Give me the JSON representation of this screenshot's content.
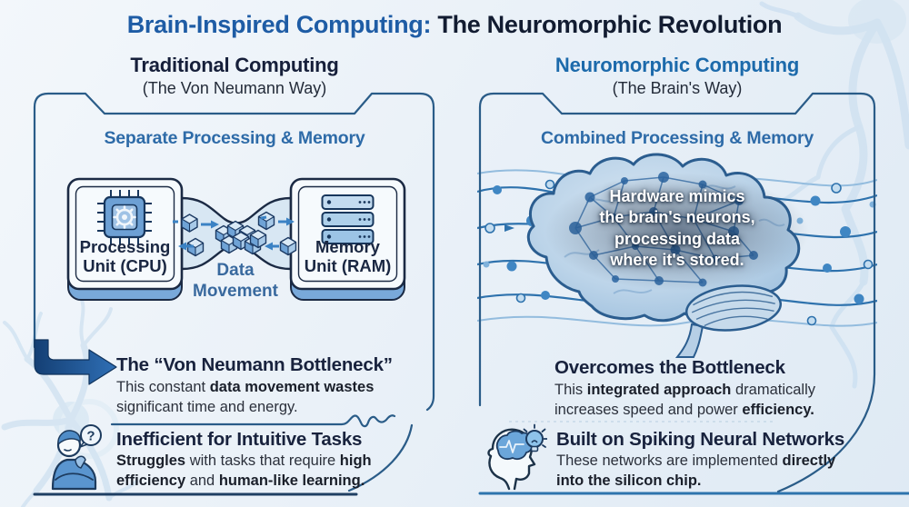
{
  "title": {
    "part1": "Brain-Inspired Computing:",
    "part2": " The Neuromorphic Revolution"
  },
  "left": {
    "heading": "Traditional Computing",
    "subheading": "(The Von Neumann Way)",
    "section_label": "Separate Processing & Memory",
    "cpu_label": "Processing\nUnit (CPU)",
    "ram_label": "Memory\nUnit (RAM)",
    "flow_label": "Data\nMovement",
    "bottleneck": {
      "heading": "The “Von Neumann Bottleneck”",
      "body": [
        {
          "t": "This constant "
        },
        {
          "t": "data movement wastes",
          "b": true
        },
        {
          "t": "\nsignificant time and energy."
        }
      ]
    },
    "inefficient": {
      "heading": "Inefficient for Intuitive Tasks",
      "body": [
        {
          "t": "Struggles",
          "b": true
        },
        {
          "t": " with tasks that require "
        },
        {
          "t": "high\nefficiency",
          "b": true
        },
        {
          "t": " and "
        },
        {
          "t": "human-like learning.",
          "b": true
        }
      ]
    }
  },
  "right": {
    "heading": "Neuromorphic Computing",
    "subheading": "(The Brain's Way)",
    "section_label": "Combined Processing & Memory",
    "brain_caption": "Hardware mimics\nthe brain's neurons,\nprocessing data\nwhere it's stored.",
    "overcomes": {
      "heading": "Overcomes the Bottleneck",
      "body": [
        {
          "t": "This "
        },
        {
          "t": "integrated approach",
          "b": true
        },
        {
          "t": " dramatically\nincreases speed and power "
        },
        {
          "t": "efficiency.",
          "b": true
        }
      ]
    },
    "snn": {
      "heading": "Built on Spiking Neural Networks",
      "body": [
        {
          "t": "These networks are implemented "
        },
        {
          "t": "directly\ninto the silicon chip.",
          "b": true
        }
      ]
    }
  },
  "icons": {
    "question_mark": "?",
    "names": [
      "cpu-chip-icon",
      "ram-stack-icon",
      "data-cube-icon",
      "flow-arrow-icon",
      "bottleneck-arrow-icon",
      "confused-person-icon",
      "question-bubble-icon",
      "brain-illustration",
      "head-profile-icon",
      "lightbulb-icon",
      "neuron-decoration"
    ]
  },
  "colors": {
    "title_blue": "#1e5ca5",
    "title_dark": "#121c31",
    "right_heading_blue": "#1c6aab",
    "section_blue": "#2e6ba8",
    "panel_border": "#2a5c88",
    "diagram_outline": "#1b2a44",
    "arrow_gradient": [
      "#143f74",
      "#2f6fb5"
    ],
    "cube_faces": [
      "#d9e9f6",
      "#6fa3d6",
      "#a8cae8"
    ],
    "flow_arrow_blue": "#3b82c4",
    "channel_fill": "#d8e7f3",
    "brain_fill": "#bcd4e9",
    "wire_blue": "#2e72ad",
    "bottom_rule_left": "#1f3f63",
    "bottom_rule_right": "#2e74ad",
    "background": "#eaf1f8"
  }
}
